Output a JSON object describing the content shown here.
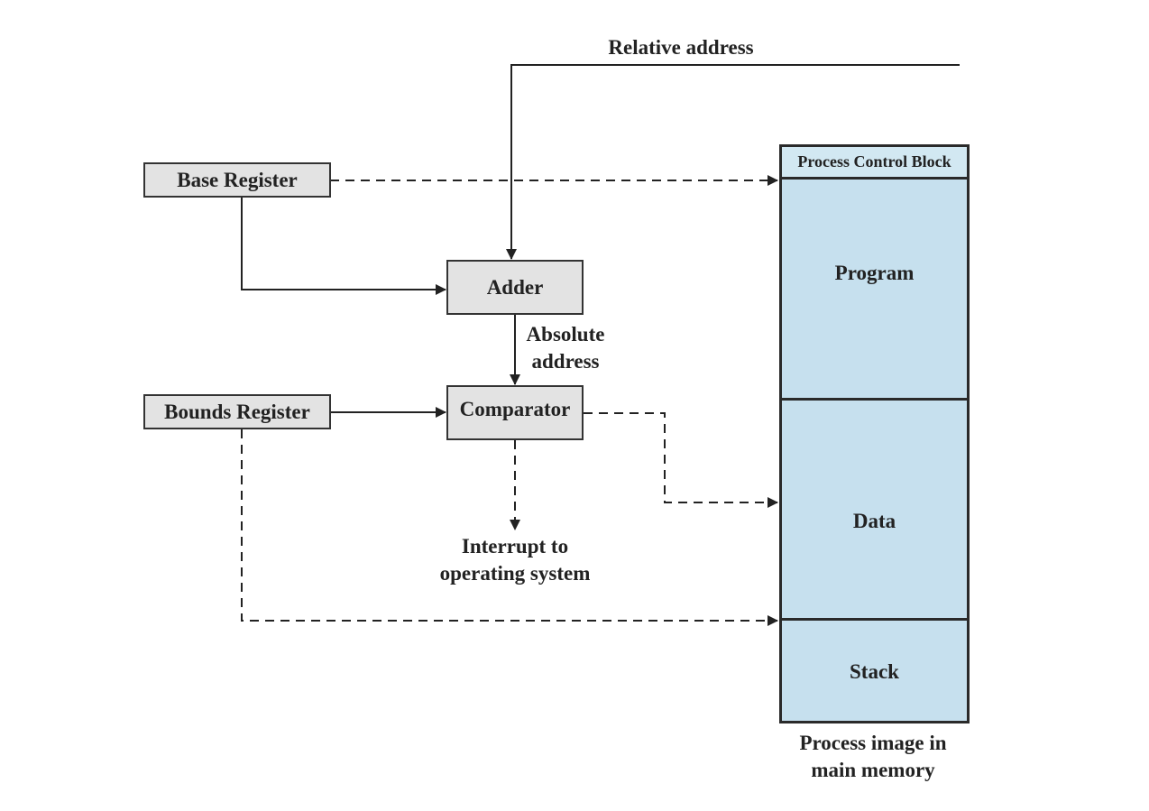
{
  "labels": {
    "relative_address": "Relative address",
    "absolute_address_line1": "Absolute",
    "absolute_address_line2": "address",
    "interrupt_line1": "Interrupt to",
    "interrupt_line2": "operating system",
    "process_image_line1": "Process image in",
    "process_image_line2": "main memory"
  },
  "blocks": {
    "base_register": "Base Register",
    "bounds_register": "Bounds Register",
    "adder": "Adder",
    "comparator": "Comparator"
  },
  "memory": {
    "pcb": "Process Control Block",
    "program": "Program",
    "data": "Data",
    "stack": "Stack"
  },
  "colors": {
    "register_fill": "#e3e3e3",
    "memory_fill": "#c6e0ee",
    "line": "#222222"
  }
}
